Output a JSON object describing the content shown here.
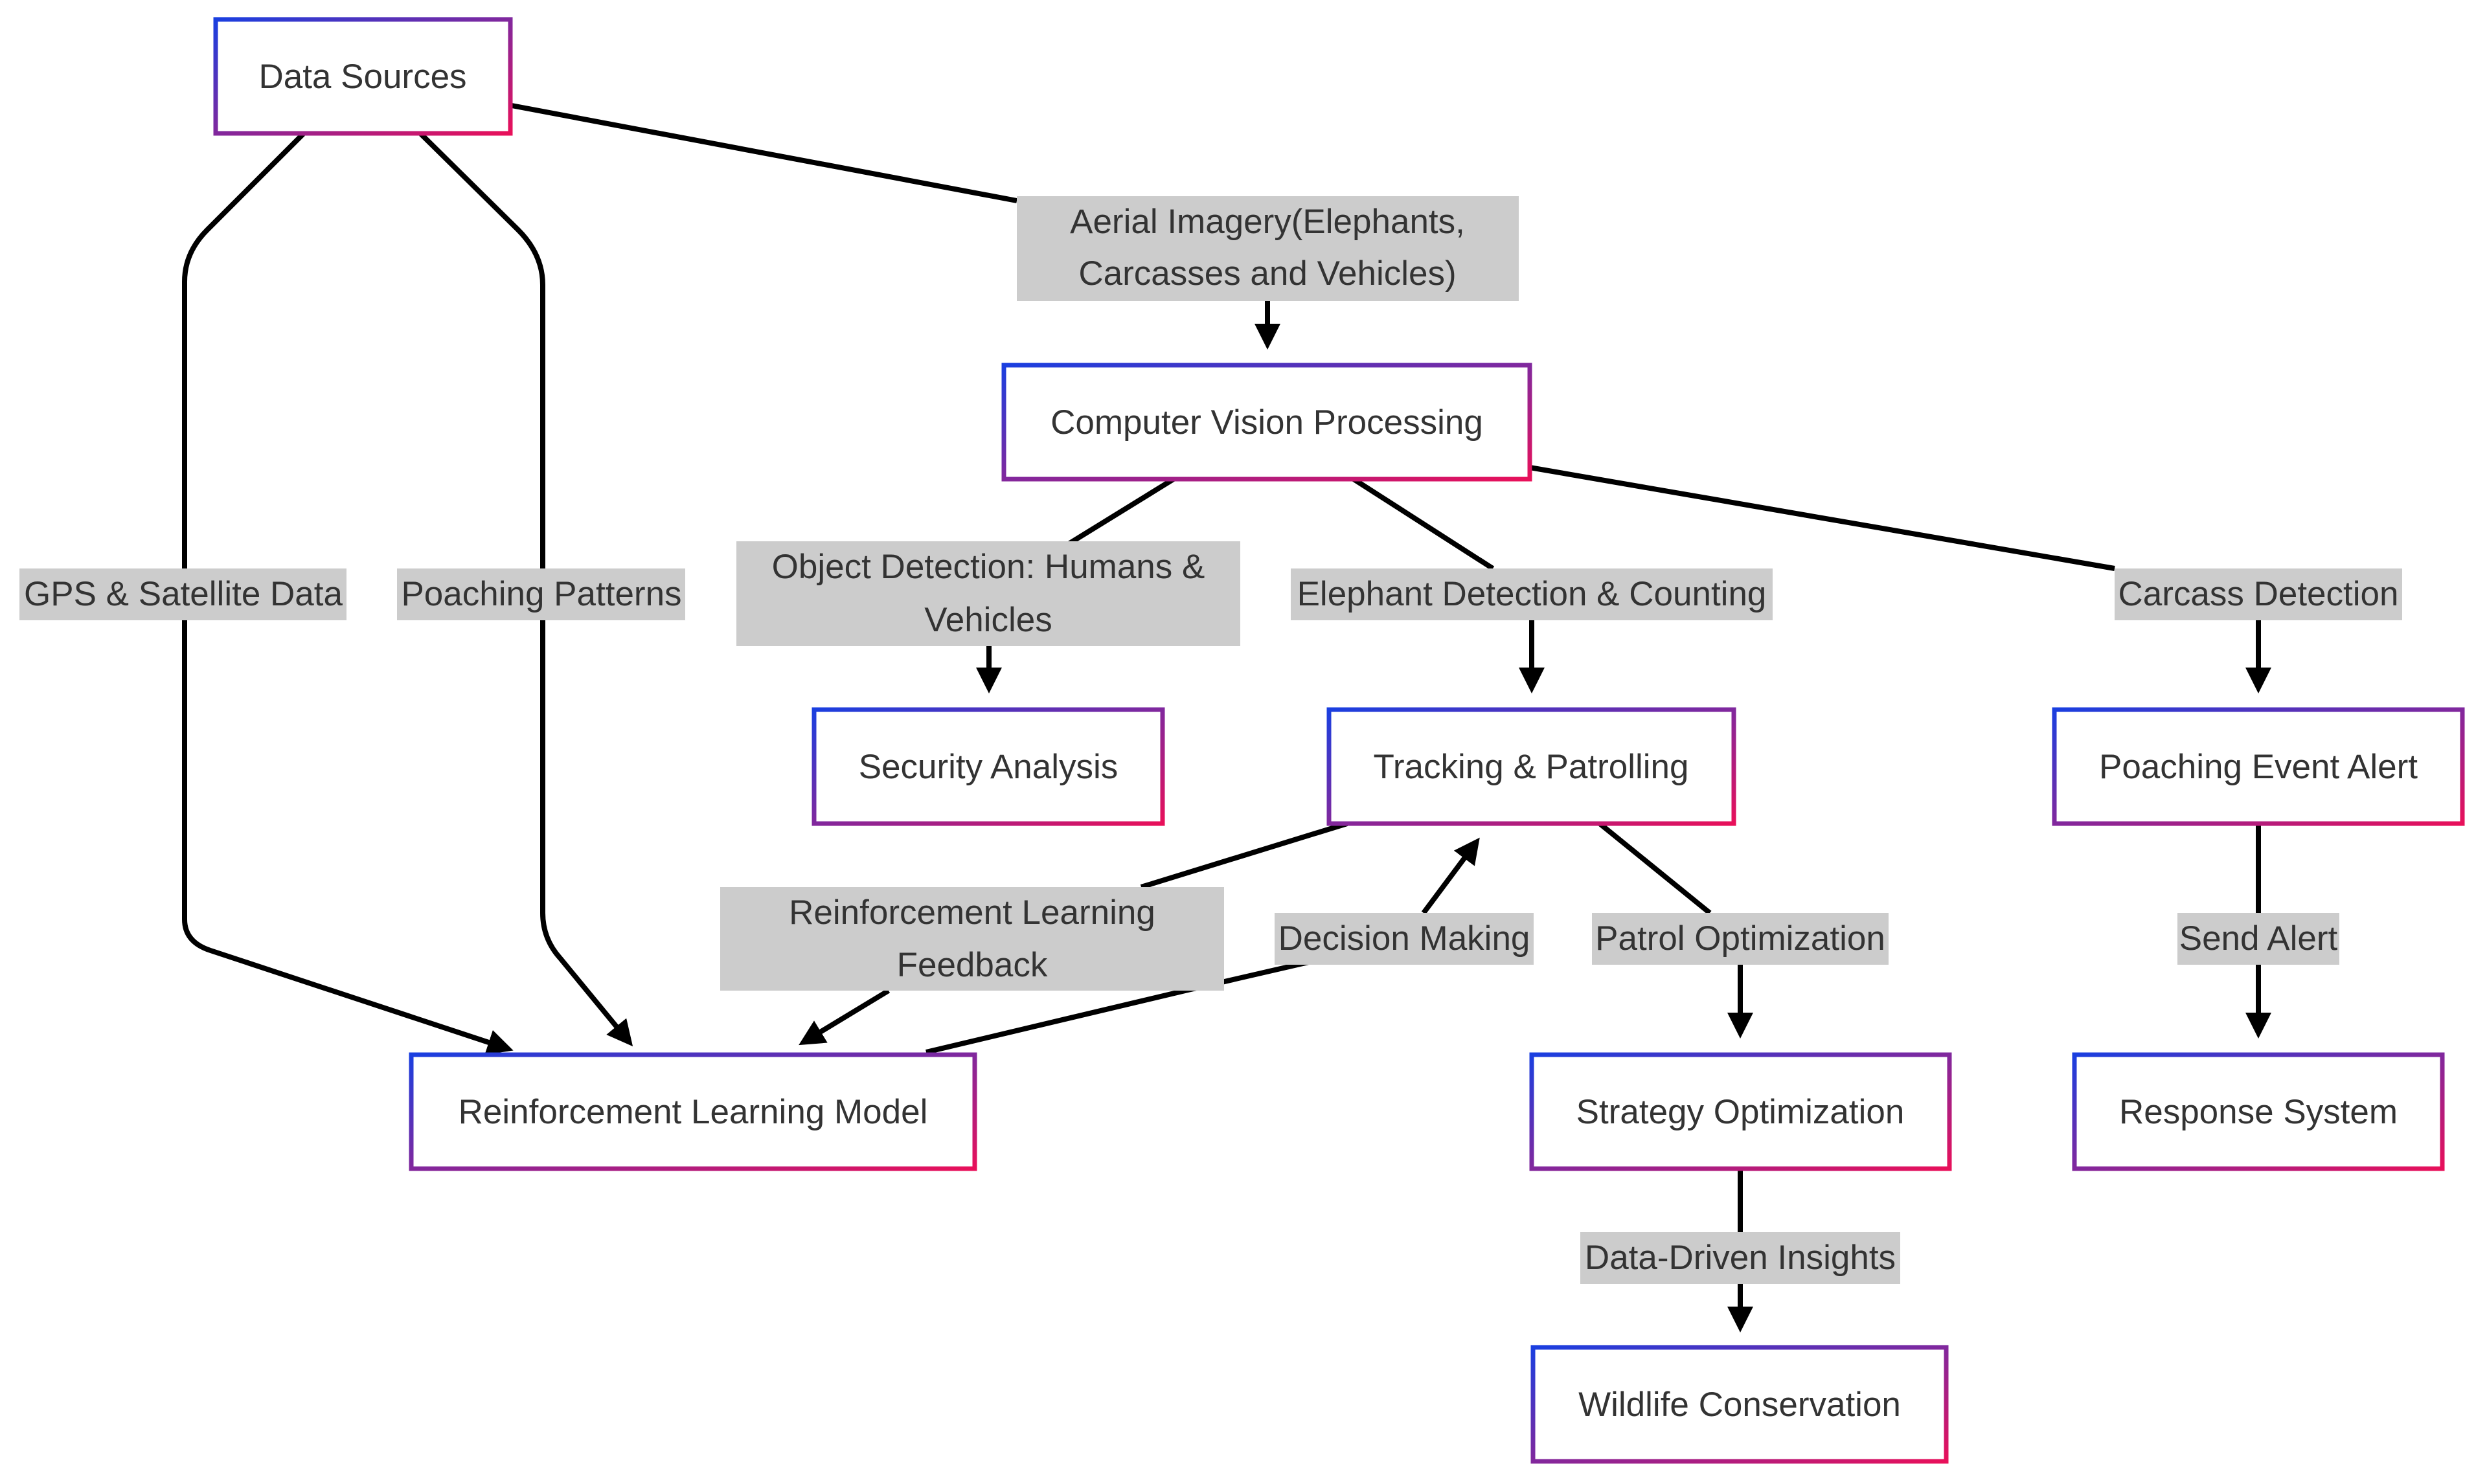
{
  "diagram": {
    "nodes": [
      {
        "id": "data_sources",
        "label": "Data Sources"
      },
      {
        "id": "computer_vision",
        "label": "Computer Vision Processing"
      },
      {
        "id": "security_analysis",
        "label": "Security Analysis"
      },
      {
        "id": "tracking",
        "label": "Tracking & Patrolling"
      },
      {
        "id": "poaching_alert",
        "label": "Poaching Event Alert"
      },
      {
        "id": "rl_model",
        "label": "Reinforcement Learning Model"
      },
      {
        "id": "strategy_opt",
        "label": "Strategy Optimization"
      },
      {
        "id": "response_system",
        "label": "Response System"
      },
      {
        "id": "wildlife_conservation",
        "label": "Wildlife Conservation"
      }
    ],
    "edges": [
      {
        "id": "e_aerial",
        "from": "data_sources",
        "to": "computer_vision",
        "label": [
          "Aerial Imagery(Elephants,",
          "Carcasses and Vehicles)"
        ]
      },
      {
        "id": "e_gps",
        "from": "data_sources",
        "to": "rl_model",
        "label": [
          "GPS & Satellite Data"
        ]
      },
      {
        "id": "e_poaching_patterns",
        "from": "data_sources",
        "to": "rl_model",
        "label": [
          "Poaching Patterns"
        ]
      },
      {
        "id": "e_object_detection",
        "from": "computer_vision",
        "to": "security_analysis",
        "label": [
          "Object Detection: Humans &",
          "Vehicles"
        ]
      },
      {
        "id": "e_elephant_detection",
        "from": "computer_vision",
        "to": "tracking",
        "label": [
          "Elephant Detection & Counting"
        ]
      },
      {
        "id": "e_carcass_detection",
        "from": "computer_vision",
        "to": "poaching_alert",
        "label": [
          "Carcass Detection"
        ]
      },
      {
        "id": "e_rl_feedback",
        "from": "tracking",
        "to": "rl_model",
        "label": [
          "Reinforcement Learning",
          "Feedback"
        ]
      },
      {
        "id": "e_decision_making",
        "from": "rl_model",
        "to": "tracking",
        "label": [
          "Decision Making"
        ]
      },
      {
        "id": "e_patrol_opt",
        "from": "tracking",
        "to": "strategy_opt",
        "label": [
          "Patrol Optimization"
        ]
      },
      {
        "id": "e_send_alert",
        "from": "poaching_alert",
        "to": "response_system",
        "label": [
          "Send Alert"
        ]
      },
      {
        "id": "e_data_insights",
        "from": "strategy_opt",
        "to": "wildlife_conservation",
        "label": [
          "Data-Driven Insights"
        ]
      }
    ]
  },
  "colors": {
    "node_border_start": "#1a3fe0",
    "node_border_end": "#e8105a",
    "edge": "#000000",
    "label_background": "#cccccc",
    "text": "#333333"
  }
}
